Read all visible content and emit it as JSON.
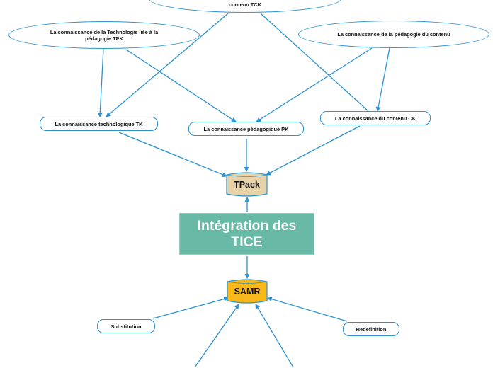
{
  "center": {
    "title_line1": "Intégration des",
    "title_line2": "TICE",
    "color": "#68baa6"
  },
  "tpack": {
    "label": "TPack",
    "color": "#e8d3a9"
  },
  "samr": {
    "label": "SAMR",
    "color": "#f8b81a"
  },
  "knowledge": {
    "tck": "contenu TCK",
    "tpk": "La connaissance de la Technologie liée à la pédagogie TPK",
    "pck": "La connaissance de la pédagogie du contenu",
    "tk": "La connaissance technologique TK",
    "pk": "La connaissance pédagogique PK",
    "ck": "La connaissance du contenu CK"
  },
  "samr_levels": {
    "substitution": "Substitution",
    "redefinition": "Redéfinition"
  },
  "edge_color": "#2b93d1"
}
